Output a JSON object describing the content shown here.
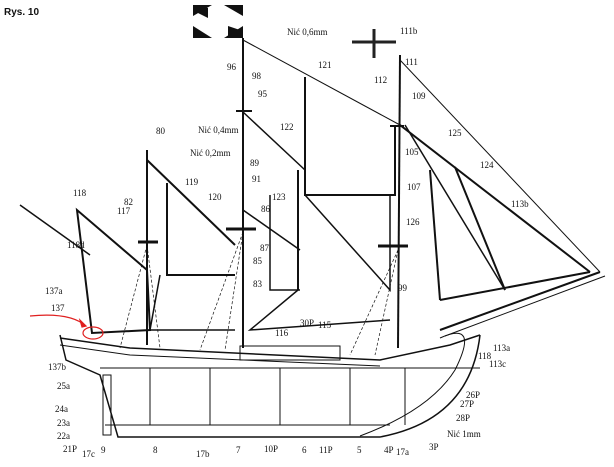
{
  "figure": {
    "title": "Rys. 10",
    "labels": [
      "96",
      "98",
      "95",
      "Nić 0,6mm",
      "121",
      "122",
      "Nić 0,4mm",
      "Nić 0,2mm",
      "89",
      "91",
      "80",
      "119",
      "120",
      "123",
      "86",
      "118",
      "82",
      "117",
      "118d",
      "87",
      "85",
      "83",
      "137a",
      "137",
      "137b",
      "25a",
      "24a",
      "23a",
      "22a",
      "21P",
      "17c",
      "9",
      "8",
      "17b",
      "7",
      "10P",
      "6",
      "11P",
      "5",
      "4P",
      "17a",
      "3P",
      "Nić 1mm",
      "28P",
      "27P",
      "26P",
      "118",
      "113a",
      "113c",
      "116",
      "30P",
      "115",
      "111b",
      "111",
      "112",
      "109",
      "105",
      "107",
      "125",
      "124",
      "113b",
      "126",
      "99"
    ],
    "colors": {
      "ink": "#111111",
      "highlight": "#e02020"
    }
  }
}
